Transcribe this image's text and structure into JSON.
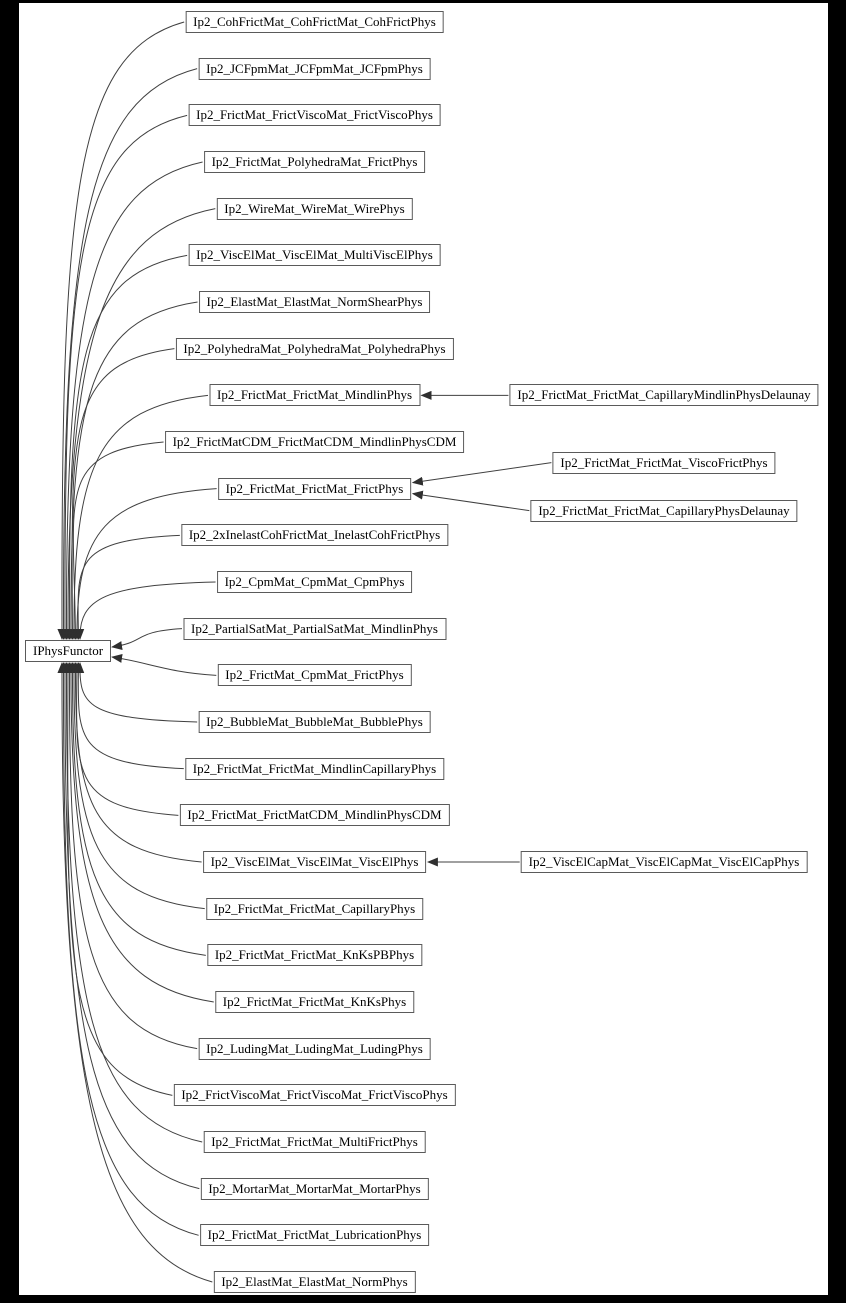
{
  "diagram": {
    "type": "inheritance-graph",
    "root": {
      "label": "IPhysFunctor"
    },
    "colors": {
      "page_background": "#000000",
      "canvas_background": "#ffffff",
      "node_border": "#5a5a5a",
      "edge_line": "#404040",
      "arrowhead": "#2f2f2f",
      "text": "#000000"
    },
    "nodes": [
      {
        "label": "Ip2_CohFrictMat_CohFrictMat_CohFrictPhys"
      },
      {
        "label": "Ip2_JCFpmMat_JCFpmMat_JCFpmPhys"
      },
      {
        "label": "Ip2_FrictMat_FrictViscoMat_FrictViscoPhys"
      },
      {
        "label": "Ip2_FrictMat_PolyhedraMat_FrictPhys"
      },
      {
        "label": "Ip2_WireMat_WireMat_WirePhys"
      },
      {
        "label": "Ip2_ViscElMat_ViscElMat_MultiViscElPhys"
      },
      {
        "label": "Ip2_ElastMat_ElastMat_NormShearPhys"
      },
      {
        "label": "Ip2_PolyhedraMat_PolyhedraMat_PolyhedraPhys"
      },
      {
        "label": "Ip2_FrictMat_FrictMat_MindlinPhys"
      },
      {
        "label": "Ip2_FrictMatCDM_FrictMatCDM_MindlinPhysCDM"
      },
      {
        "label": "Ip2_FrictMat_FrictMat_FrictPhys"
      },
      {
        "label": "Ip2_2xInelastCohFrictMat_InelastCohFrictPhys"
      },
      {
        "label": "Ip2_CpmMat_CpmMat_CpmPhys"
      },
      {
        "label": "Ip2_PartialSatMat_PartialSatMat_MindlinPhys"
      },
      {
        "label": "Ip2_FrictMat_CpmMat_FrictPhys"
      },
      {
        "label": "Ip2_BubbleMat_BubbleMat_BubblePhys"
      },
      {
        "label": "Ip2_FrictMat_FrictMat_MindlinCapillaryPhys"
      },
      {
        "label": "Ip2_FrictMat_FrictMatCDM_MindlinPhysCDM"
      },
      {
        "label": "Ip2_ViscElMat_ViscElMat_ViscElPhys"
      },
      {
        "label": "Ip2_FrictMat_FrictMat_CapillaryPhys"
      },
      {
        "label": "Ip2_FrictMat_FrictMat_KnKsPBPhys"
      },
      {
        "label": "Ip2_FrictMat_FrictMat_KnKsPhys"
      },
      {
        "label": "Ip2_LudingMat_LudingMat_LudingPhys"
      },
      {
        "label": "Ip2_FrictViscoMat_FrictViscoMat_FrictViscoPhys"
      },
      {
        "label": "Ip2_FrictMat_FrictMat_MultiFrictPhys"
      },
      {
        "label": "Ip2_MortarMat_MortarMat_MortarPhys"
      },
      {
        "label": "Ip2_FrictMat_FrictMat_LubricationPhys"
      },
      {
        "label": "Ip2_ElastMat_ElastMat_NormPhys"
      }
    ],
    "right_nodes": [
      {
        "label": "Ip2_FrictMat_FrictMat_CapillaryMindlinPhysDelaunay",
        "target_index": 8,
        "target_label": "Ip2_FrictMat_FrictMat_MindlinPhys"
      },
      {
        "label": "Ip2_FrictMat_FrictMat_ViscoFrictPhys",
        "target_index": 10,
        "target_label": "Ip2_FrictMat_FrictMat_FrictPhys"
      },
      {
        "label": "Ip2_FrictMat_FrictMat_CapillaryPhysDelaunay",
        "target_index": 10,
        "target_label": "Ip2_FrictMat_FrictMat_FrictPhys"
      },
      {
        "label": "Ip2_ViscElCapMat_ViscElCapMat_ViscElCapPhys",
        "target_index": 18,
        "target_label": "Ip2_ViscElMat_ViscElMat_ViscElPhys"
      }
    ]
  }
}
